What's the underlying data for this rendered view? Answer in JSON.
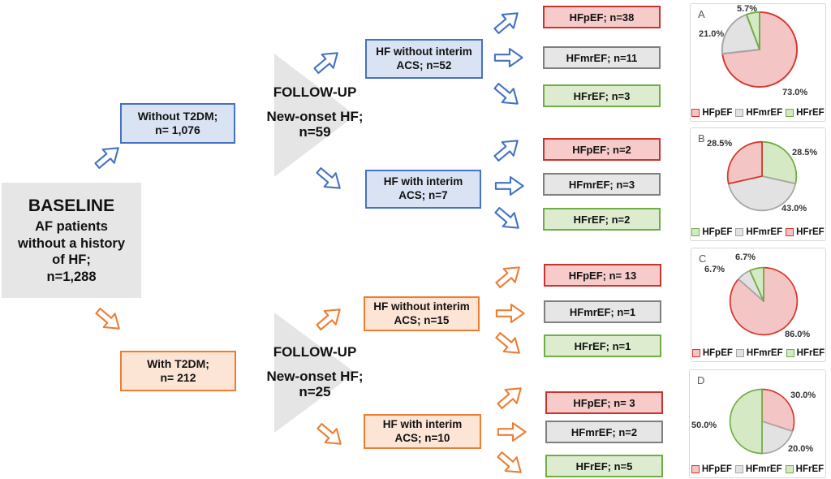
{
  "colors": {
    "blue_accent": "#4472c4",
    "blue_fill": "#dae3f3",
    "orange_accent": "#ed7d31",
    "orange_fill": "#fce5d5",
    "red_accent": "#c9342c",
    "red_fill": "#f6cbca",
    "gray_accent": "#7f7f7f",
    "gray_fill": "#e7e6e6",
    "green_accent": "#70ad47",
    "green_fill": "#ddeccf",
    "triangle_gray": "#e2e2e2"
  },
  "baseline": {
    "title": "BASELINE",
    "detail": "AF patients\nwithout a history\nof HF;\nn=1,288"
  },
  "no_t2dm_branch": {
    "group_box": "Without T2DM;\nn= 1,076",
    "followup_title": "FOLLOW-UP",
    "followup_detail": "New-onset HF;\nn=59",
    "without_acs_box": "HF without interim\nACS; n=52",
    "with_acs_box": "HF with interim\nACS; n=7",
    "without_acs_outcomes": [
      {
        "label": "HFpEF; n=38"
      },
      {
        "label": "HFmrEF; n=11"
      },
      {
        "label": "HFrEF; n=3"
      }
    ],
    "with_acs_outcomes": [
      {
        "label": "HFpEF; n=2"
      },
      {
        "label": "HFmrEF; n=3"
      },
      {
        "label": "HFrEF; n=2"
      }
    ]
  },
  "t2dm_branch": {
    "group_box": "With T2DM;\nn= 212",
    "followup_title": "FOLLOW-UP",
    "followup_detail": "New-onset HF;\nn=25",
    "without_acs_box": "HF without interim\nACS; n=15",
    "with_acs_box": "HF with interim\nACS; n=10",
    "without_acs_outcomes": [
      {
        "label": "HFpEF; n= 13"
      },
      {
        "label": "HFmrEF; n=1"
      },
      {
        "label": "HFrEF; n=1"
      }
    ],
    "with_acs_outcomes": [
      {
        "label": "HFpEF; n= 3"
      },
      {
        "label": "HFmrEF; n=2"
      },
      {
        "label": "HFrEF; n=5"
      }
    ]
  },
  "chart_data": [
    {
      "type": "pie",
      "panel": "A",
      "start": "12-oclock",
      "direction": "clockwise",
      "legend_position": "bottom",
      "slices": [
        {
          "label": "HFpEF",
          "value": 73.0,
          "pct_label": "73.0%",
          "fill": "#f3c6c5",
          "stroke": "#d9372e"
        },
        {
          "label": "HFmrEF",
          "value": 21.0,
          "pct_label": "21.0%",
          "fill": "#e2e2e2",
          "stroke": "#a6a6a6"
        },
        {
          "label": "HFrEF",
          "value": 5.7,
          "pct_label": "5.7%",
          "fill": "#d6e9c5",
          "stroke": "#70ad47"
        }
      ]
    },
    {
      "type": "pie",
      "panel": "B",
      "start": "12-oclock",
      "direction": "clockwise",
      "legend_position": "bottom",
      "slices": [
        {
          "label": "HFpEF",
          "value": 28.5,
          "pct_label": "28.5%",
          "fill": "#d6e9c5",
          "stroke": "#70ad47"
        },
        {
          "label": "HFmrEF",
          "value": 43.0,
          "pct_label": "43.0%",
          "fill": "#e2e2e2",
          "stroke": "#a6a6a6"
        },
        {
          "label": "HFrEF",
          "value": 28.5,
          "pct_label": "28.5%",
          "fill": "#f3c6c5",
          "stroke": "#d9372e"
        }
      ]
    },
    {
      "type": "pie",
      "panel": "C",
      "start": "12-oclock",
      "direction": "clockwise",
      "legend_position": "bottom",
      "slices": [
        {
          "label": "HFpEF",
          "value": 86.0,
          "pct_label": "86.0%",
          "fill": "#f3c6c5",
          "stroke": "#d9372e"
        },
        {
          "label": "HFmrEF",
          "value": 6.7,
          "pct_label": "6.7%",
          "fill": "#e2e2e2",
          "stroke": "#a6a6a6"
        },
        {
          "label": "HFrEF",
          "value": 6.7,
          "pct_label": "6.7%",
          "fill": "#d6e9c5",
          "stroke": "#70ad47"
        }
      ]
    },
    {
      "type": "pie",
      "panel": "D",
      "start": "12-oclock",
      "direction": "clockwise",
      "legend_position": "bottom",
      "slices": [
        {
          "label": "HFpEF",
          "value": 30.0,
          "pct_label": "30.0%",
          "fill": "#f3c6c5",
          "stroke": "#d9372e"
        },
        {
          "label": "HFmrEF",
          "value": 20.0,
          "pct_label": "20.0%",
          "fill": "#e2e2e2",
          "stroke": "#a6a6a6"
        },
        {
          "label": "HFrEF",
          "value": 50.0,
          "pct_label": "50.0%",
          "fill": "#d6e9c5",
          "stroke": "#70ad47"
        }
      ]
    }
  ]
}
